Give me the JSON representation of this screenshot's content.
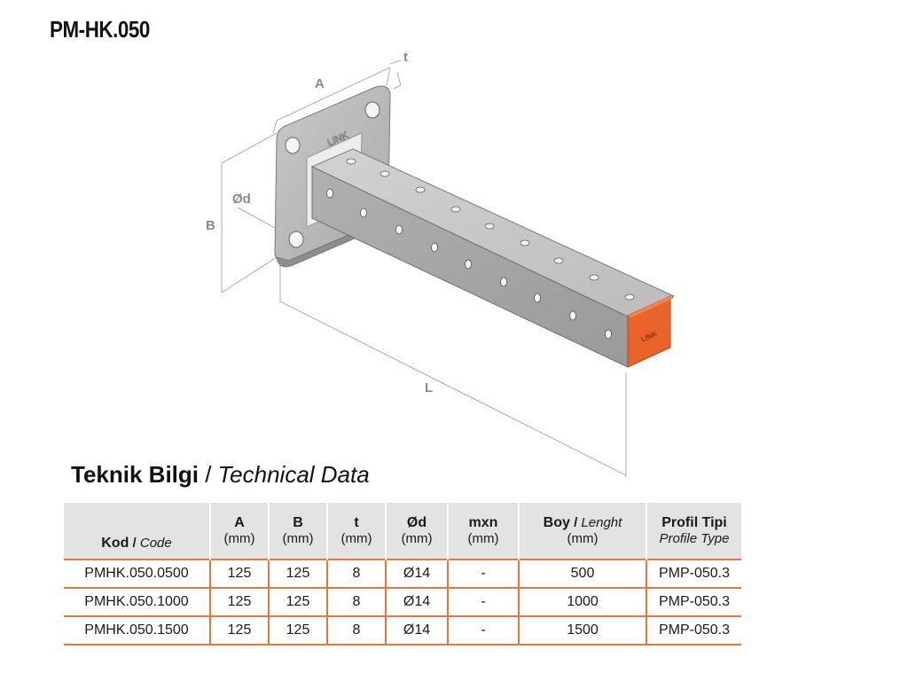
{
  "product_code": "PM-HK.050",
  "drawing": {
    "dim_labels": {
      "A": "A",
      "B": "B",
      "t": "t",
      "d": "Ød",
      "L": "L"
    },
    "logo_text": "LINK",
    "colors": {
      "body": "#b4b4b4",
      "edge": "#6e6e6e",
      "cap": "#e8642a",
      "dim_line": "#9a9a9a"
    }
  },
  "section_title": {
    "bold": "Teknik Bilgi",
    "sep": " / ",
    "italic": "Technical Data"
  },
  "table": {
    "headers": {
      "kod": {
        "label": "Kod",
        "sep": " / ",
        "italic": "Code"
      },
      "a": {
        "label": "A",
        "unit": "(mm)"
      },
      "b": {
        "label": "B",
        "unit": "(mm)"
      },
      "t": {
        "label": "t",
        "unit": "(mm)"
      },
      "d": {
        "label": "Ød",
        "unit": "(mm)"
      },
      "mxn": {
        "label": "mxn",
        "unit": "(mm)"
      },
      "boy": {
        "label": "Boy",
        "sep": " / ",
        "italic": "Lenght",
        "unit": "(mm)"
      },
      "profil": {
        "label": "Profil Tipi",
        "italic": "Profile Type"
      }
    },
    "rows": [
      {
        "kod": "PMHK.050.0500",
        "a": "125",
        "b": "125",
        "t": "8",
        "d": "Ø14",
        "mxn": "-",
        "boy": "500",
        "profil": "PMP-050.3"
      },
      {
        "kod": "PMHK.050.1000",
        "a": "125",
        "b": "125",
        "t": "8",
        "d": "Ø14",
        "mxn": "-",
        "boy": "1000",
        "profil": "PMP-050.3"
      },
      {
        "kod": "PMHK.050.1500",
        "a": "125",
        "b": "125",
        "t": "8",
        "d": "Ø14",
        "mxn": "-",
        "boy": "1500",
        "profil": "PMP-050.3"
      }
    ]
  },
  "accent_color": "#e8763a"
}
